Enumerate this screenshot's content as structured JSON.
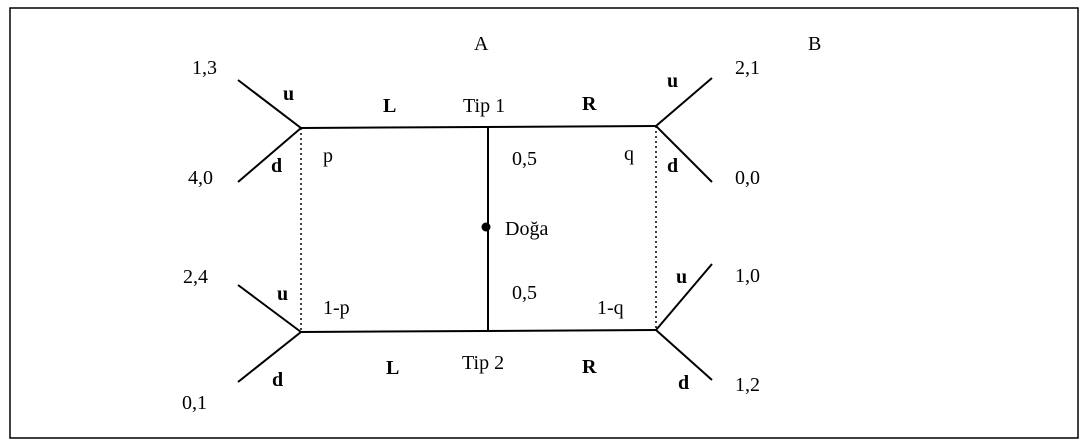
{
  "players": {
    "sender": "A",
    "receiver": "B"
  },
  "nature": {
    "label": "Doğa",
    "prob_top": "0,5",
    "prob_bottom": "0,5"
  },
  "types": {
    "top": "Tip 1",
    "bottom": "Tip 2"
  },
  "messages": {
    "left": "L",
    "right": "R"
  },
  "actions": {
    "up": "u",
    "down": "d"
  },
  "beliefs": {
    "p": "p",
    "one_minus_p": "1-p",
    "q": "q",
    "one_minus_q": "1-q"
  },
  "payoffs": {
    "left_top_up": "1,3",
    "left_top_down": "4,0",
    "left_bottom_up": "2,4",
    "left_bottom_down": "0,1",
    "right_top_up": "2,1",
    "right_top_down": "0,0",
    "right_bottom_up": "1,0",
    "right_bottom_down": "1,2"
  }
}
